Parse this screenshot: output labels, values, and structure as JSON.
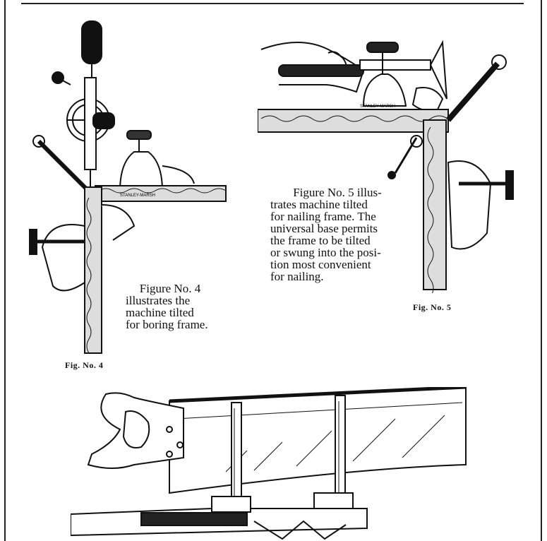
{
  "figure4": {
    "caption_lines": [
      "Figure No. 4",
      "illustrates the",
      "machine tilted",
      "for boring frame."
    ],
    "label": "Fig. No. 4",
    "brand_text": "STANLEY-MARSH"
  },
  "figure5": {
    "caption_lines": [
      "Figure No. 5 illus-",
      "trates machine tilted",
      "for nailing frame. The",
      "universal base permits",
      "the frame to be tilted",
      "or swung into the posi-",
      "tion most convenient",
      "for nailing."
    ],
    "label": "Fig. No. 5",
    "brand_text": "STANLEY-MARSH"
  }
}
